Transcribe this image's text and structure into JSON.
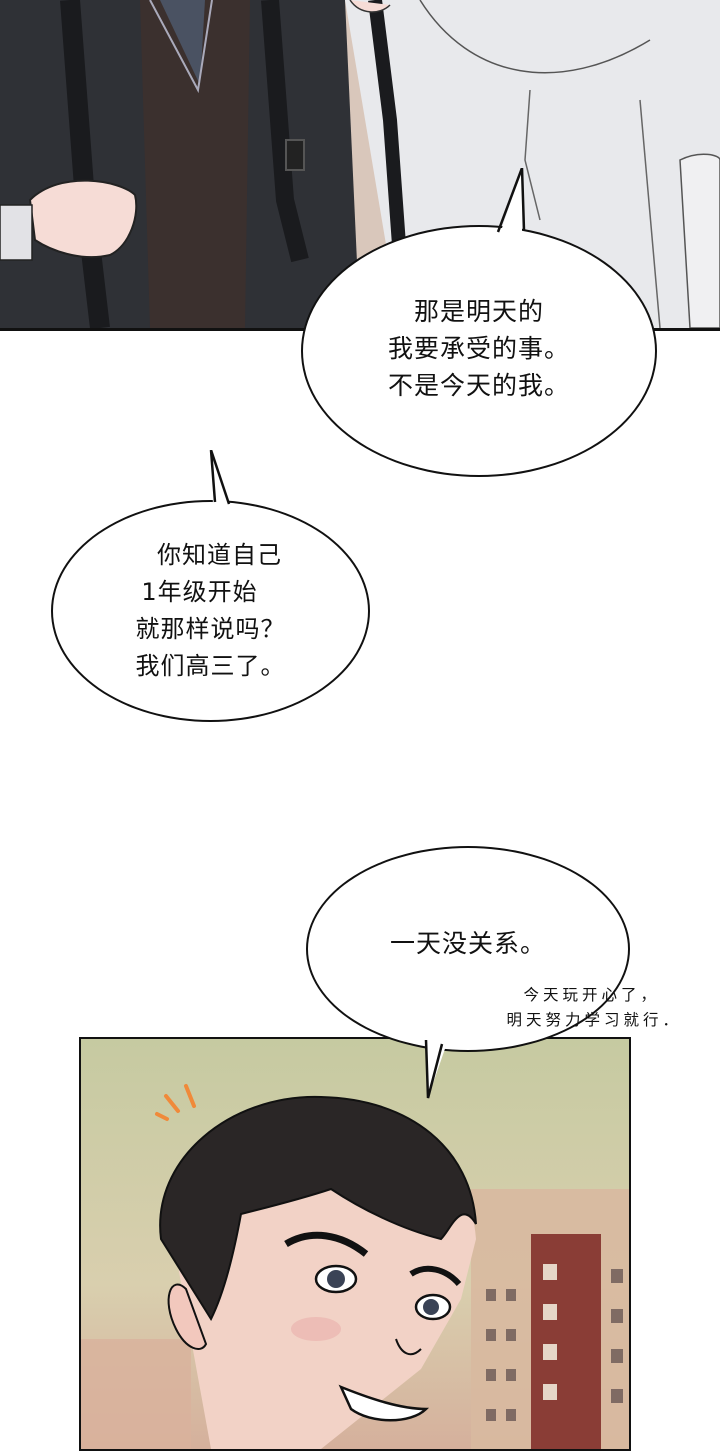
{
  "panels": {
    "top": {
      "description": "Close-up of two students: one in dark school uniform holding backpack strap, one in white shirt",
      "colors": {
        "uniform": "#2e3034",
        "vest": "#3a2f2d",
        "shirt": "#e7e8ea",
        "skin": "#f6dcd6",
        "bg_wall": "#d7c4b8"
      }
    },
    "bottom": {
      "description": "Smiling dark-haired young man, buildings in background",
      "colors": {
        "sky": "#c9cca3",
        "hair": "#2a2626",
        "skin": "#f2d2c6",
        "building": "#8a3d36",
        "building_light": "#d8b9a0",
        "accent_marks": "#f08a3a"
      }
    }
  },
  "bubbles": [
    {
      "id": "bubble-1",
      "lines": [
        "那是明天的",
        "我要承受的事。",
        "不是今天的我。"
      ]
    },
    {
      "id": "bubble-2",
      "lines": [
        "你知道自己",
        "1年级开始",
        "就那样说吗？",
        "我们高三了。"
      ]
    },
    {
      "id": "bubble-3",
      "lines": [
        "一天没关系。"
      ]
    }
  ],
  "sfx_text": {
    "lines": [
      "今天玩开心了，",
      "明天努力学习就行．"
    ]
  }
}
